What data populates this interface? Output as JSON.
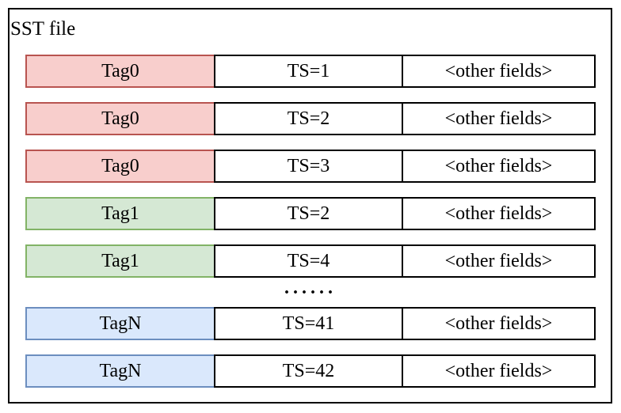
{
  "diagram": {
    "title": "SST file",
    "ellipsis": "......",
    "rows": [
      {
        "tag": "Tag0",
        "ts": "TS=1",
        "other": "<other fields>",
        "color": "red"
      },
      {
        "tag": "Tag0",
        "ts": "TS=2",
        "other": "<other fields>",
        "color": "red"
      },
      {
        "tag": "Tag0",
        "ts": "TS=3",
        "other": "<other fields>",
        "color": "red"
      },
      {
        "tag": "Tag1",
        "ts": "TS=2",
        "other": "<other fields>",
        "color": "green"
      },
      {
        "tag": "Tag1",
        "ts": "TS=4",
        "other": "<other fields>",
        "color": "green"
      },
      {
        "tag": "TagN",
        "ts": "TS=41",
        "other": "<other fields>",
        "color": "blue"
      },
      {
        "tag": "TagN",
        "ts": "TS=42",
        "other": "<other fields>",
        "color": "blue"
      }
    ],
    "colors": {
      "red": {
        "fill": "#f8cecc",
        "stroke": "#b85450"
      },
      "green": {
        "fill": "#d5e8d4",
        "stroke": "#82b366"
      },
      "blue": {
        "fill": "#dae8fc",
        "stroke": "#6c8ebf"
      },
      "outline": "#000000"
    }
  }
}
